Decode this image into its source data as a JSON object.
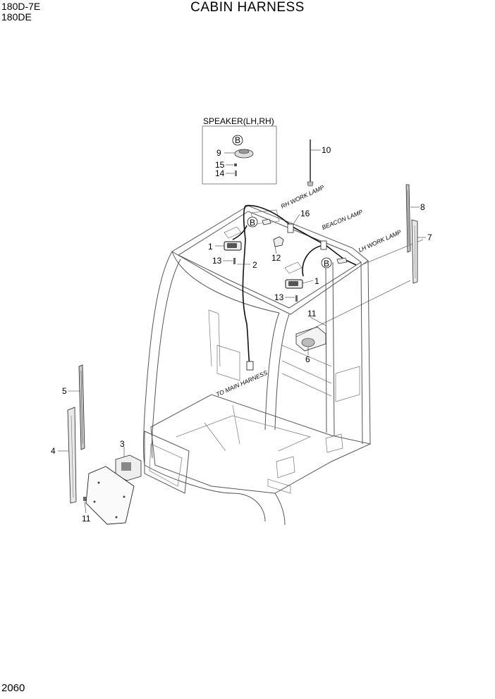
{
  "header": {
    "model_line_1": "180D-7E",
    "model_line_2": "180DE",
    "title": "CABIN HARNESS"
  },
  "footer": {
    "page_number": "2060"
  },
  "detail_box": {
    "title": "SPEAKER(LH,RH)",
    "ref_letter": "B",
    "parts": [
      "9",
      "15",
      "14"
    ]
  },
  "callouts": {
    "p1a": "1",
    "p1b": "1",
    "p2": "2",
    "p3": "3",
    "p4": "4",
    "p5": "5",
    "p6": "6",
    "p7": "7",
    "p8": "8",
    "p10": "10",
    "p11a": "11",
    "p11b": "11",
    "p12": "12",
    "p13a": "13",
    "p13b": "13",
    "p16": "16",
    "refB1": "B",
    "refB2": "B"
  },
  "notes": {
    "rh_work_lamp": "RH WORK LAMP",
    "beacon_lamp": "BEACON LAMP",
    "lh_work_lamp": "LH WORK LAMP",
    "to_main_harness": "TO MAIN HARNESS"
  }
}
